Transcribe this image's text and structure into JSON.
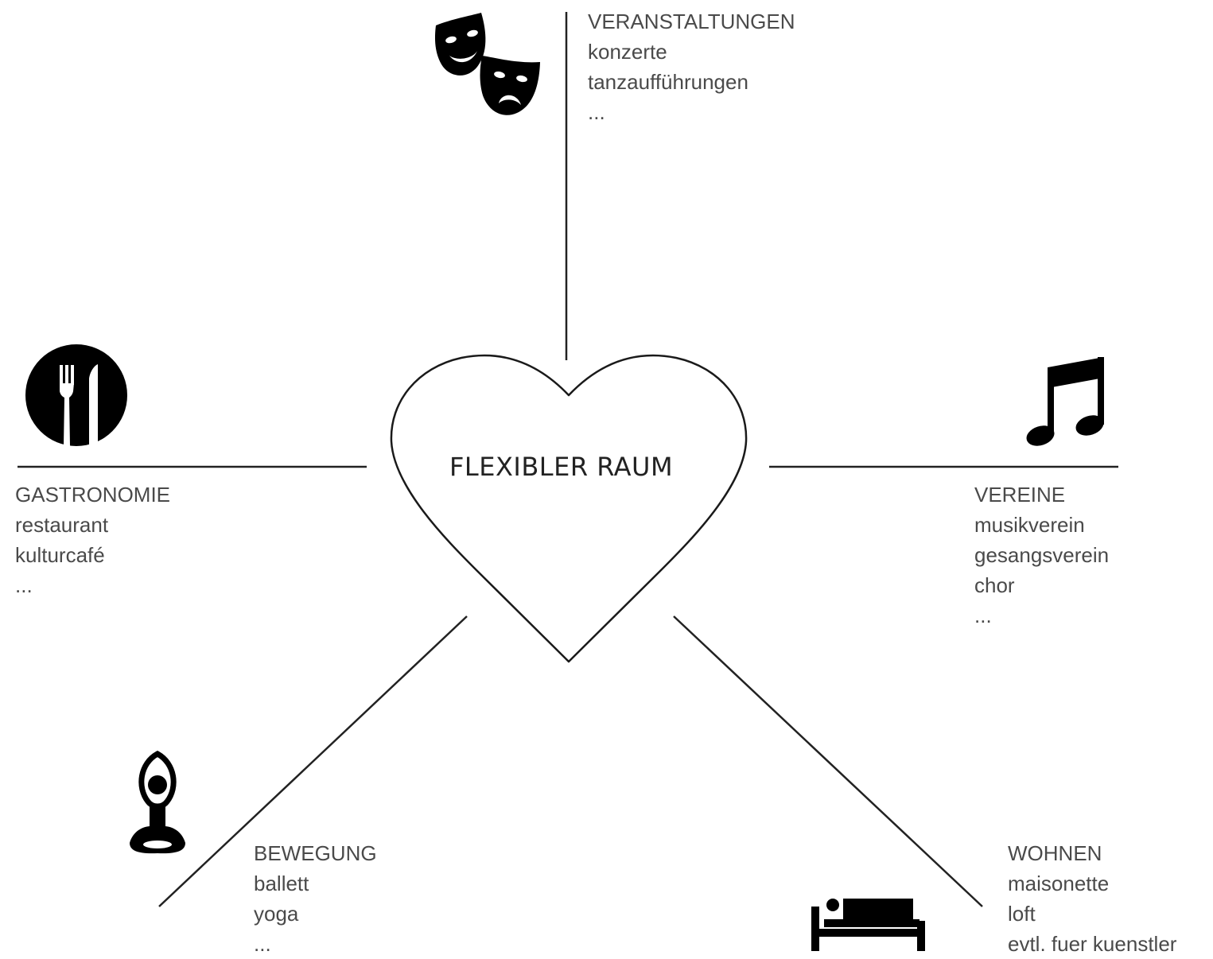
{
  "center": {
    "label": "FLEXIBLER RAUM"
  },
  "branches": {
    "veranstaltungen": {
      "icon": "theater-masks-icon",
      "heading": "VERANSTALTUNGEN",
      "items": [
        "konzerte",
        "tanzaufführungen",
        "..."
      ]
    },
    "gastronomie": {
      "icon": "fork-knife-icon",
      "heading": "GASTRONOMIE",
      "items": [
        "restaurant",
        "kulturcafé",
        "..."
      ]
    },
    "vereine": {
      "icon": "music-note-icon",
      "heading": "VEREINE",
      "items": [
        "musikverein",
        "gesangsverein",
        "chor",
        "..."
      ]
    },
    "bewegung": {
      "icon": "yoga-icon",
      "heading": "BEWEGUNG",
      "items": [
        "ballett",
        "yoga",
        "..."
      ]
    },
    "wohnen": {
      "icon": "bed-icon",
      "heading": "WOHNEN",
      "items": [
        "maisonette",
        "loft",
        "evtl. fuer kuenstler"
      ]
    }
  },
  "colors": {
    "lines": "#222222",
    "icons": "#000000",
    "text": "#4a4a4a"
  }
}
